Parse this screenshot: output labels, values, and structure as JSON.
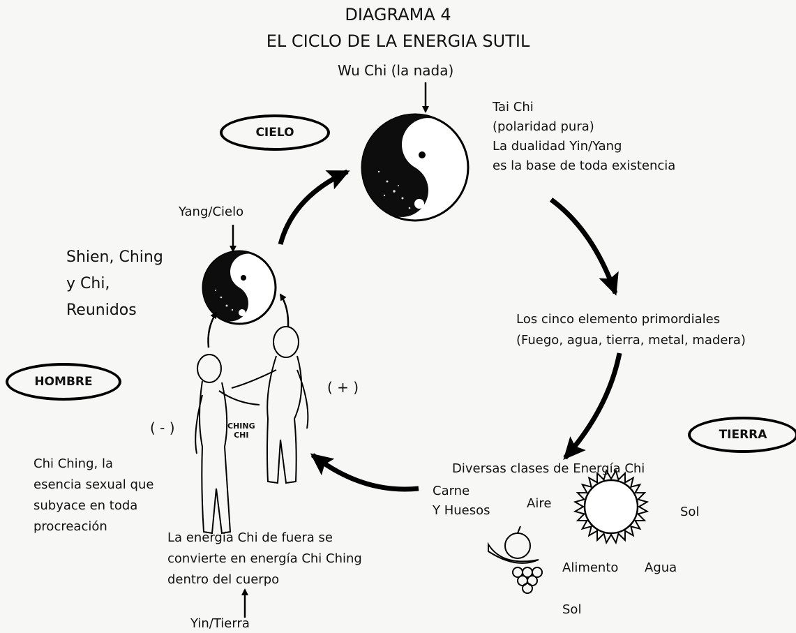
{
  "title": {
    "line1": "DIAGRAMA 4",
    "line2": "EL CICLO DE LA ENERGIA SUTIL"
  },
  "wu_chi": "Wu Chi (la nada)",
  "tai_chi": {
    "line1": "Tai Chi",
    "line2": "(polaridad pura)",
    "line3": "La dualidad Yin/Yang",
    "line4": "es la base de toda existencia"
  },
  "ovals": {
    "cielo": "CIELO",
    "hombre": "HOMBRE",
    "tierra": "TIERRA"
  },
  "yang_cielo": "Yang/Cielo",
  "shien": {
    "line1": "Shien, Ching",
    "line2": "y Chi,",
    "line3": "Reunidos"
  },
  "cinco": {
    "line1": "Los cinco elemento primordiales",
    "line2": "(Fuego, agua, tierra, metal, madera)"
  },
  "plus": "( + )",
  "minus": "( - )",
  "ching_chi": {
    "line1": "CHING",
    "line2": "CHI"
  },
  "chi_ching": {
    "line1": "Chi Ching, la",
    "line2": "esencia sexual que",
    "line3": "subyace en toda",
    "line4": "procreación"
  },
  "diversas": "Diversas clases de Energía Chi",
  "carne": {
    "line1": "Carne",
    "line2": "Y Huesos"
  },
  "aire": "Aire",
  "sol_right": "Sol",
  "alimento": "Alimento",
  "agua": "Agua",
  "sol_bottom": "Sol",
  "energia_fuera": {
    "line1": "La energía Chi de fuera se",
    "line2": "convierte en energía Chi Ching",
    "line3": "dentro del cuerpo"
  },
  "yin_tierra": "Yin/Tierra"
}
